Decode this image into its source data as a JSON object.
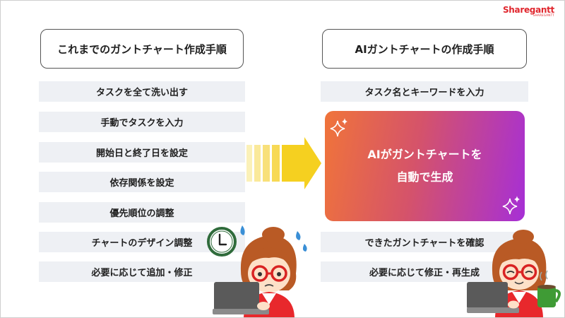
{
  "logo": {
    "main": "Sharegantt",
    "sub": "SHAREGANTT"
  },
  "left": {
    "title": "これまでのガントチャート作成手順",
    "steps": [
      "タスクを全て洗い出す",
      "手動でタスクを入力",
      "開始日と終了日を設定",
      "依存関係を設定",
      "優先順位の調整",
      "チャートのデザイン調整",
      "必要に応じて追加・修正"
    ]
  },
  "right": {
    "title": "AIガントチャートの作成手順",
    "step1": "タスク名とキーワードを入力",
    "ai_line1": "AIがガントチャートを",
    "ai_line2": "自動で生成",
    "step3": "できたガントチャートを確認",
    "step4": "必要に応じて修正・再生成"
  },
  "colors": {
    "ai_gradient_start": "#f0743a",
    "ai_gradient_end": "#a62fd6",
    "arrow": "#f5d020",
    "logo": "#e0262d",
    "step_bg": "#eef0f4"
  },
  "icons": [
    "arrow-right-icon",
    "sparkle-icon",
    "clock-icon",
    "sweat-drop-icon",
    "coffee-mug-icon"
  ]
}
